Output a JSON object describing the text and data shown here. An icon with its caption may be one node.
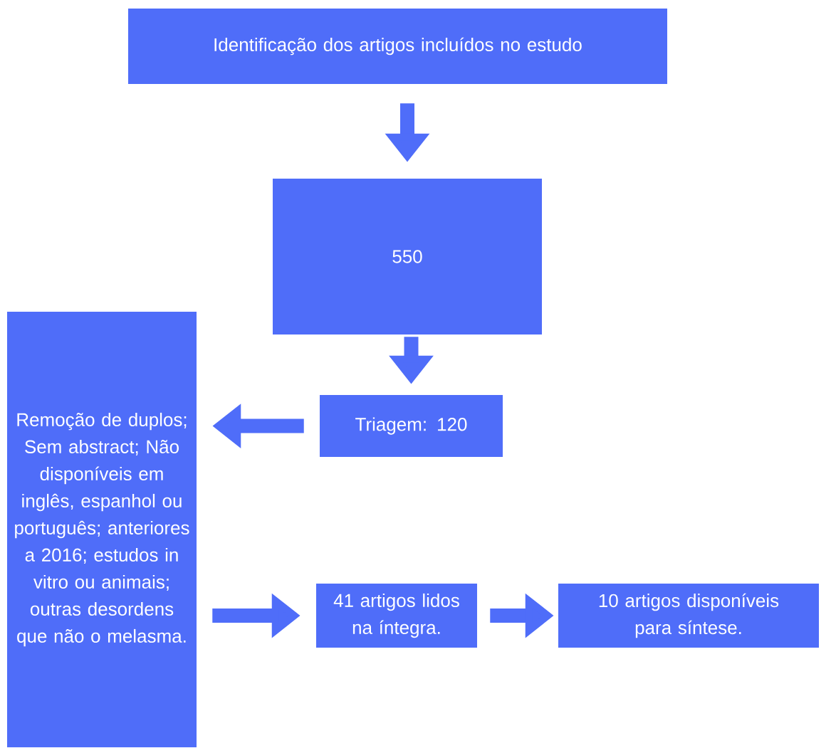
{
  "diagram": {
    "nodes": [
      {
        "text": [
          "Identificação dos artigos incluídos no estudo"
        ]
      },
      {
        "text": [
          "550"
        ]
      },
      {
        "text": [
          "Triagem: 120"
        ]
      },
      {
        "text": [
          "Remoção de duplos; Sem abstract; Não disponíveis em inglês, espanhol ou português; anteriores a 2016; estudos in vitro ou animais; outras desordens que não o melasma."
        ]
      },
      {
        "text": [
          "41 artigos lidos na íntegra."
        ]
      },
      {
        "text": [
          "10 artigos disponíveis para síntese."
        ]
      }
    ],
    "edges": [
      {
        "from": 0,
        "to": 1,
        "arrow": "to"
      },
      {
        "from": 1,
        "to": 2,
        "arrow": "to"
      },
      {
        "from": 2,
        "to": 3,
        "arrow": "to"
      },
      {
        "from": 3,
        "to": 4,
        "arrow": "to"
      },
      {
        "from": 4,
        "to": 5,
        "arrow": "to"
      }
    ]
  }
}
